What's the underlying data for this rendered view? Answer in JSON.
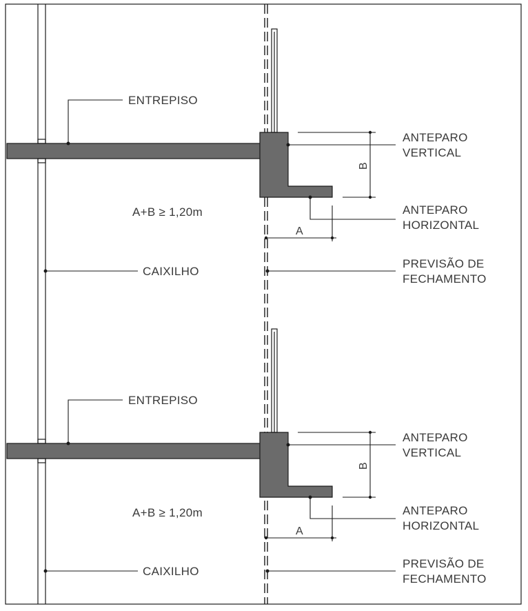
{
  "colors": {
    "slab": "#6b6b6b",
    "line": "#1a1a1a",
    "text": "#3a3a3a",
    "background": "#ffffff"
  },
  "floors": [
    {
      "entrepiso": "ENTREPISO",
      "anteparo_vertical": [
        "ANTEPARO",
        "VERTICAL"
      ],
      "anteparo_horizontal": [
        "ANTEPARO",
        "HORIZONTAL"
      ],
      "formula": "A+B ≥ 1,20m",
      "dim_a": "A",
      "dim_b": "B",
      "caixilho": "CAIXILHO",
      "previsao": [
        "PREVISÃO DE",
        "FECHAMENTO"
      ]
    },
    {
      "entrepiso": "ENTREPISO",
      "anteparo_vertical": [
        "ANTEPARO",
        "VERTICAL"
      ],
      "anteparo_horizontal": [
        "ANTEPARO",
        "HORIZONTAL"
      ],
      "formula": "A+B ≥ 1,20m",
      "dim_a": "A",
      "dim_b": "B",
      "caixilho": "CAIXILHO",
      "previsao": [
        "PREVISÃO DE",
        "FECHAMENTO"
      ]
    }
  ]
}
